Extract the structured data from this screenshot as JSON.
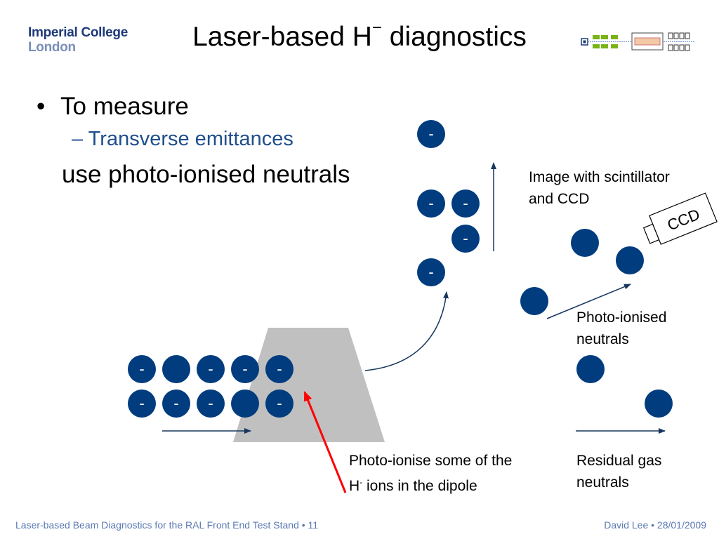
{
  "logo": {
    "line1": "Imperial College",
    "line2": "London"
  },
  "title": {
    "text": "Laser-based H",
    "superscript": "−",
    "suffix": " diagnostics"
  },
  "bullets": {
    "level1": "To measure",
    "level2": "– Transverse emittances",
    "continuation": "use photo-ionised neutrals"
  },
  "diagram": {
    "ion_glyph": "-",
    "ion_color": "#003c7e",
    "magnet_color": "#c0c0c0",
    "laser_color": "#ff0000",
    "arrow_color": "#17375e",
    "ccd_label": "CCD"
  },
  "labels": {
    "image_with_scintillator": [
      "Image with scintillator",
      "and CCD"
    ],
    "photo_ionised_neutrals": [
      "Photo-ionised",
      "neutrals"
    ],
    "residual_gas_neutrals": [
      "Residual gas",
      "neutrals"
    ],
    "photo_ionise_line1": "Photo-ionise some of the",
    "photo_ionise_line2_pre": "H",
    "photo_ionise_line2_sup": "-",
    "photo_ionise_line2_post": " ions in the dipole"
  },
  "footer": {
    "left": "Laser-based Beam Diagnostics for the RAL Front End Test Stand • 11",
    "right": "David Lee • 28/01/2009"
  }
}
